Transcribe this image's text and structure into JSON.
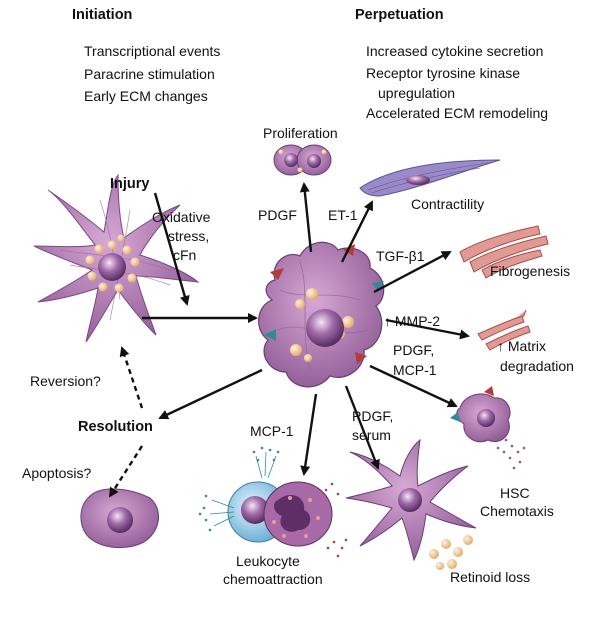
{
  "initiation": {
    "title": "Initiation",
    "items": [
      "Transcriptional events",
      "Paracrine stimulation",
      "Early ECM changes"
    ]
  },
  "perpetuation": {
    "title": "Perpetuation",
    "items": [
      "Increased cytokine secretion",
      "Receptor tyrosine kinase",
      "upregulation",
      "Accelerated ECM remodeling"
    ]
  },
  "labels": {
    "proliferation": "Proliferation",
    "injury": "Injury",
    "oxidative1": "Oxidative",
    "oxidative2": "stress,",
    "oxidative3": "cFn",
    "pdgf_top": "PDGF",
    "et1": "ET-1",
    "contractility": "Contractility",
    "tgf": "TGF-β1",
    "fibrogenesis": "Fibrogenesis",
    "mmp2": "↑ MMP-2",
    "matrix1": "↑ Matrix",
    "matrix2": "degradation",
    "pdgf_mcp1": "PDGF,",
    "pdgf_mcp2": "MCP-1",
    "reversion": "Reversion?",
    "resolution": "Resolution",
    "apoptosis": "Apoptosis?",
    "mcp1": "MCP-1",
    "pdgf_serum1": "PDGF,",
    "pdgf_serum2": "serum",
    "hsc1": "HSC",
    "hsc2": "Chemotaxis",
    "leuko1": "Leukocyte",
    "leuko2": "chemoattraction",
    "retinoid": "Retinoid loss"
  },
  "colors": {
    "cell_body": "#b07aaf",
    "cell_dark": "#7d4a86",
    "nucleus": "#6a3f7a",
    "droplet": "#f2c08a",
    "fiber": "#d98a86",
    "contractile": "#8a7fc0",
    "receptor_red": "#b63a3a",
    "receptor_teal": "#2f8c95",
    "leukocyte": "#86c3e6"
  }
}
